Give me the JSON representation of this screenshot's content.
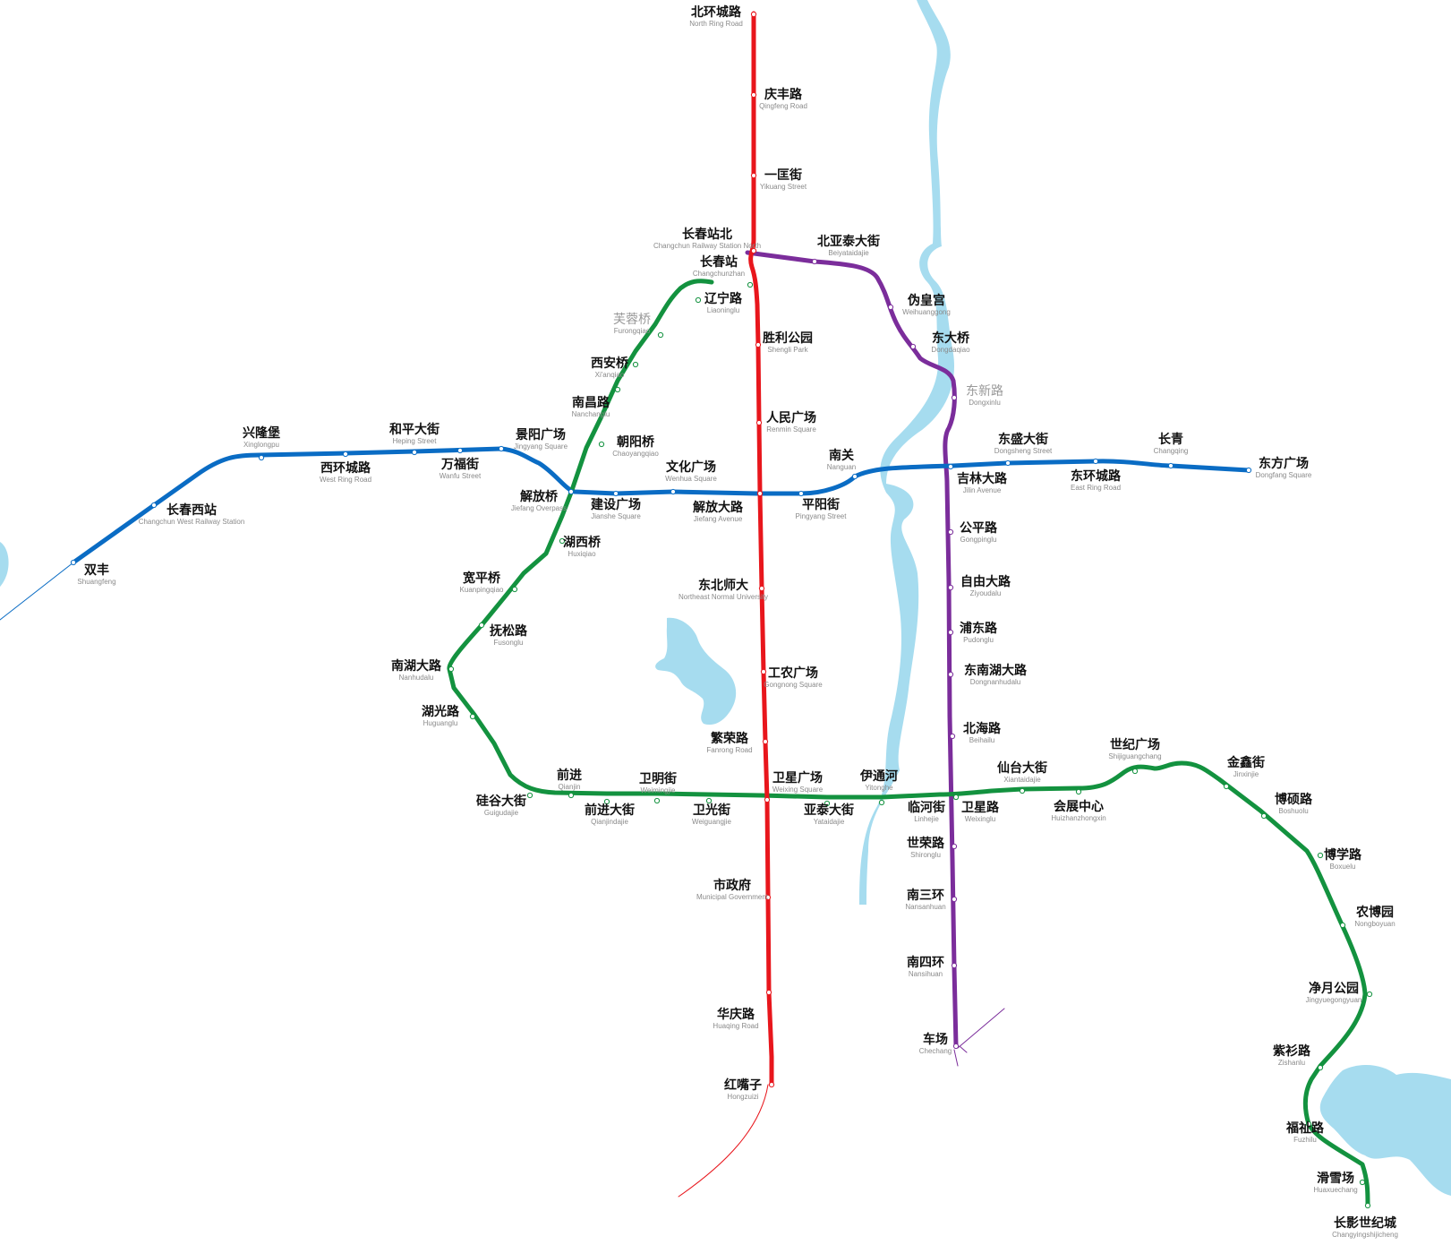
{
  "colors": {
    "line_red": "#e8161c",
    "line_blue": "#0a6cc4",
    "line_green": "#13923f",
    "line_purple": "#7b2d9b",
    "water": "#a6dcef",
    "background": "#ffffff"
  },
  "lines": [
    {
      "id": "red",
      "stations": [
        {
          "zh": "北环城路",
          "en": "North Ring Road"
        },
        {
          "zh": "庆丰路",
          "en": "Qingfeng Road"
        },
        {
          "zh": "一匡街",
          "en": "Yikuang Street"
        },
        {
          "zh": "长春站北",
          "en": "Changchun Railway Station North"
        },
        {
          "zh": "胜利公园",
          "en": "Shengli Park"
        },
        {
          "zh": "人民广场",
          "en": "Renmin Square"
        },
        {
          "zh": "解放大路",
          "en": "Jiefang Avenue"
        },
        {
          "zh": "东北师大",
          "en": "Northeast Normal University"
        },
        {
          "zh": "工农广场",
          "en": "Gongnong Square"
        },
        {
          "zh": "繁荣路",
          "en": "Fanrong Road"
        },
        {
          "zh": "卫星广场",
          "en": "Weixing Square"
        },
        {
          "zh": "市政府",
          "en": "Municipal Government"
        },
        {
          "zh": "华庆路",
          "en": "Huaqing Road"
        },
        {
          "zh": "红嘴子",
          "en": "Hongzuizi"
        }
      ]
    },
    {
      "id": "blue",
      "stations": [
        {
          "zh": "双丰",
          "en": "Shuangfeng"
        },
        {
          "zh": "长春西站",
          "en": "Changchun West Railway Station"
        },
        {
          "zh": "兴隆堡",
          "en": "Xinglongpu"
        },
        {
          "zh": "西环城路",
          "en": "West Ring Road"
        },
        {
          "zh": "和平大街",
          "en": "Heping Street"
        },
        {
          "zh": "万福街",
          "en": "Wanfu Street"
        },
        {
          "zh": "景阳广场",
          "en": "Jingyang Square"
        },
        {
          "zh": "解放桥",
          "en": "Jiefang Overpass"
        },
        {
          "zh": "建设广场",
          "en": "Jianshe Square"
        },
        {
          "zh": "文化广场",
          "en": "Wenhua Square"
        },
        {
          "zh": "平阳街",
          "en": "Pingyang Street"
        },
        {
          "zh": "南关",
          "en": "Nanguan"
        },
        {
          "zh": "吉林大路",
          "en": "Jilin Avenue"
        },
        {
          "zh": "东盛大街",
          "en": "Dongsheng Street"
        },
        {
          "zh": "东环城路",
          "en": "East Ring Road"
        },
        {
          "zh": "长青",
          "en": "Changqing"
        },
        {
          "zh": "东方广场",
          "en": "Dongfang Square"
        }
      ]
    },
    {
      "id": "green",
      "stations": [
        {
          "zh": "长春站",
          "en": "Changchunzhan"
        },
        {
          "zh": "辽宁路",
          "en": "Liaoninglu"
        },
        {
          "zh": "芙蓉桥",
          "en": "Furongqiao"
        },
        {
          "zh": "西安桥",
          "en": "Xi'anqiao"
        },
        {
          "zh": "南昌路",
          "en": "Nanchanglu"
        },
        {
          "zh": "朝阳桥",
          "en": "Chaoyangqiao"
        },
        {
          "zh": "湖西桥",
          "en": "Huxiqiao"
        },
        {
          "zh": "宽平桥",
          "en": "Kuanpingqiao"
        },
        {
          "zh": "抚松路",
          "en": "Fusonglu"
        },
        {
          "zh": "南湖大路",
          "en": "Nanhudalu"
        },
        {
          "zh": "湖光路",
          "en": "Huguanglu"
        },
        {
          "zh": "硅谷大街",
          "en": "Guigudajie"
        },
        {
          "zh": "前进",
          "en": "Qianjin"
        },
        {
          "zh": "前进大街",
          "en": "Qianjindajie"
        },
        {
          "zh": "卫明街",
          "en": "Weimingjie"
        },
        {
          "zh": "卫光街",
          "en": "Weiguangjie"
        },
        {
          "zh": "亚泰大街",
          "en": "Yataidajie"
        },
        {
          "zh": "伊通河",
          "en": "Yitonghe"
        },
        {
          "zh": "临河街",
          "en": "Linhejie"
        },
        {
          "zh": "卫星路",
          "en": "Weixinglu"
        },
        {
          "zh": "仙台大街",
          "en": "Xiantaidajie"
        },
        {
          "zh": "会展中心",
          "en": "Huizhanzhongxin"
        },
        {
          "zh": "世纪广场",
          "en": "Shijiguangchang"
        },
        {
          "zh": "金鑫街",
          "en": "Jinxinjie"
        },
        {
          "zh": "博硕路",
          "en": "Boshuolu"
        },
        {
          "zh": "博学路",
          "en": "Boxuelu"
        },
        {
          "zh": "农博园",
          "en": "Nongboyuan"
        },
        {
          "zh": "净月公园",
          "en": "Jingyuegongyuan"
        },
        {
          "zh": "紫衫路",
          "en": "Zishanlu"
        },
        {
          "zh": "福祉路",
          "en": "Fuzhilu"
        },
        {
          "zh": "滑雪场",
          "en": "Huaxuechang"
        },
        {
          "zh": "长影世纪城",
          "en": "Changyingshijicheng"
        }
      ]
    },
    {
      "id": "purple",
      "stations": [
        {
          "zh": "北亚泰大街",
          "en": "Beiyataidajie"
        },
        {
          "zh": "伪皇宫",
          "en": "Weihuanggong"
        },
        {
          "zh": "东大桥",
          "en": "Dongdaqiao"
        },
        {
          "zh": "东新路",
          "en": "Dongxinlu"
        },
        {
          "zh": "公平路",
          "en": "Gongpinglu"
        },
        {
          "zh": "自由大路",
          "en": "Ziyoudalu"
        },
        {
          "zh": "浦东路",
          "en": "Pudonglu"
        },
        {
          "zh": "东南湖大路",
          "en": "Dongnanhudalu"
        },
        {
          "zh": "北海路",
          "en": "Beihailu"
        },
        {
          "zh": "世荣路",
          "en": "Shironglu"
        },
        {
          "zh": "南三环",
          "en": "Nansanhuan"
        },
        {
          "zh": "南四环",
          "en": "Nansihuan"
        },
        {
          "zh": "车场",
          "en": "Chechang"
        }
      ]
    }
  ]
}
